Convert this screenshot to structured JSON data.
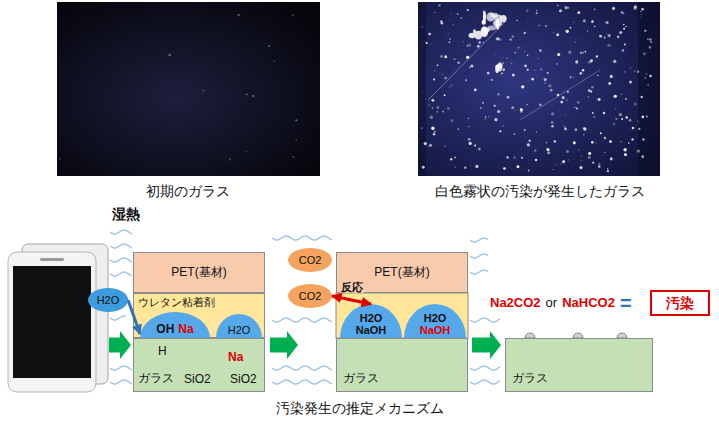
{
  "diagram": {
    "caption": "汚染発生の推定メカニズム",
    "nodes": [
      {
        "text": [
          "H2O"
        ]
      },
      {
        "text": [
          "PET(基材)"
        ]
      },
      {
        "text": [
          "ウレタン粘着剤"
        ]
      },
      {
        "text": [
          "OH",
          "Na"
        ],
        "in": 2
      },
      {
        "text": [
          "H2O"
        ],
        "in": 2
      },
      {
        "text": [
          "H",
          "Na",
          "ガラス",
          "SiO2",
          "SiO2"
        ]
      },
      {
        "text": [
          "CO2"
        ]
      },
      {
        "text": [
          "CO2"
        ]
      },
      {
        "text": [
          "PET(基材)"
        ]
      },
      {
        "text": [
          "H2O",
          "NaOH"
        ]
      },
      {
        "text": [
          "H2O",
          "NaOH"
        ]
      },
      {
        "text": [
          "ガラス"
        ]
      },
      {
        "text": [
          "ガラス"
        ]
      },
      {
        "text": [
          "汚染"
        ]
      }
    ],
    "edges": [
      {
        "from": 0,
        "to": 3,
        "arrow": "to"
      },
      {
        "from": 7,
        "to": 9,
        "arrow": "both",
        "label": "反応"
      }
    ],
    "labels": [
      "初期のガラス",
      "白色霧状の汚染が発生したガラス",
      "湿熱",
      "Na2CO2",
      "or",
      "NaHCO2",
      "="
    ]
  }
}
